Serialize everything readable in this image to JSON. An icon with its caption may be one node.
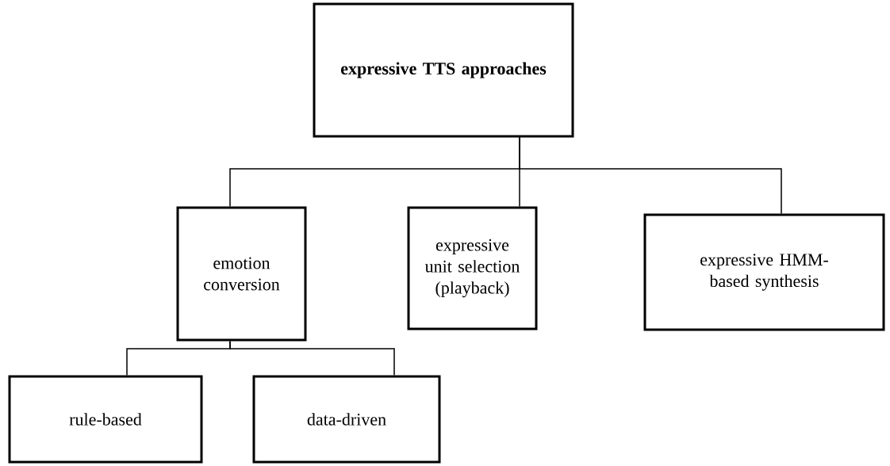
{
  "diagram": {
    "nodes": [
      {
        "text": [
          "expressive TTS approaches"
        ]
      },
      {
        "text": [
          "emotion conversion"
        ]
      },
      {
        "text": [
          "expressive unit selection (playback)"
        ]
      },
      {
        "text": [
          "expressive HMM-based synthesis"
        ]
      },
      {
        "text": [
          "rule-based"
        ]
      },
      {
        "text": [
          "data-driven"
        ]
      }
    ],
    "edges": [
      {
        "from": 0,
        "to": 1,
        "arrow": "none"
      },
      {
        "from": 0,
        "to": 2,
        "arrow": "none"
      },
      {
        "from": 0,
        "to": 3,
        "arrow": "none"
      },
      {
        "from": 1,
        "to": 4,
        "arrow": "none"
      },
      {
        "from": 1,
        "to": 5,
        "arrow": "none"
      }
    ]
  }
}
